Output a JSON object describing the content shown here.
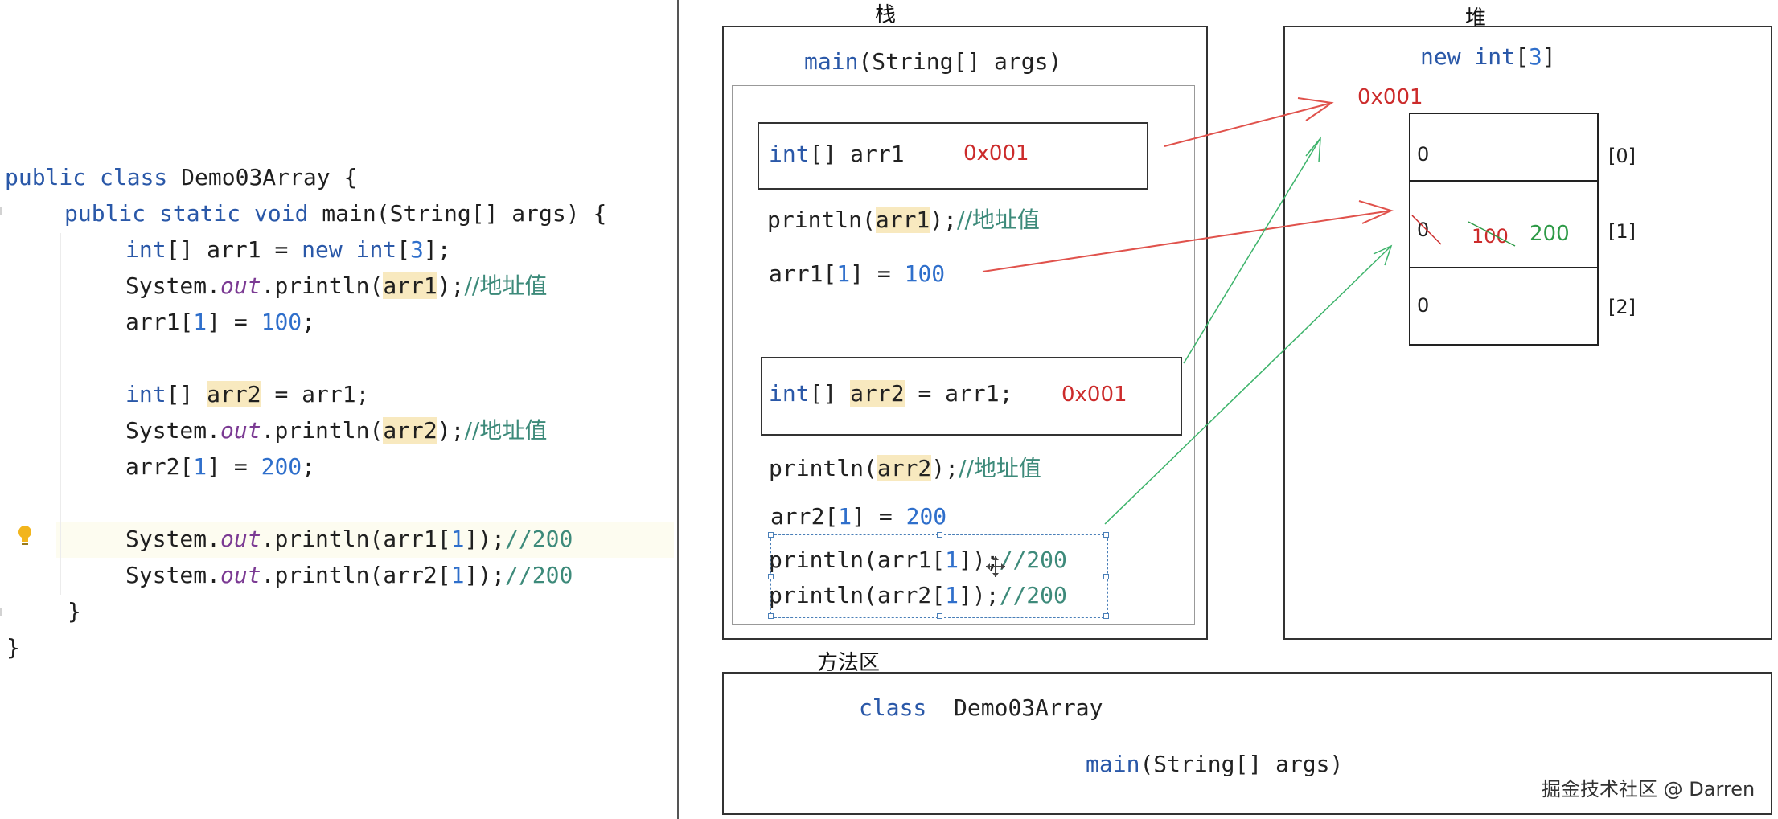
{
  "code": {
    "class_kw": "public class",
    "class_name": " Demo03Array {",
    "main_kw": "public static void",
    "main_sig": " main(String[] args) {",
    "l1_type": "int",
    "l1_a": "[] arr1 = ",
    "l1_new": "new",
    "l1_sp": " ",
    "l1_int": "int",
    "l1_b": "[",
    "l1_num": "3",
    "l1_c": "];",
    "system": "System.",
    "out": "out",
    "println_open": ".println(",
    "arr1": "arr1",
    "arr2": "arr2",
    "close_semi": ");",
    "comment_addr": "//地址值",
    "l3_a": "arr1[",
    "l3_idx": "1",
    "l3_b": "] = ",
    "l3_val": "100",
    "semi": ";",
    "l5_type": "int",
    "l5_a": "[] ",
    "l5_b": " = arr1;",
    "l7_a": "arr2[",
    "l7_idx": "1",
    "l7_b": "] = ",
    "l7_val": "200",
    "l9_a": ".println(arr1[",
    "l9_idx": "1",
    "l9_b": "]);",
    "l10_a": ".println(arr2[",
    "l10_idx": "1",
    "l10_b": "]);",
    "comment_200": "//200",
    "close_method": "}",
    "close_class": "}"
  },
  "diagram": {
    "stack_label": "栈",
    "heap_label": "堆",
    "method_area_label": "方法区",
    "stack_main": "main",
    "stack_main_args": "(String[] args)",
    "arr1_type": "int",
    "arr1_rest": "[] arr1",
    "arr1_addr": "0x001",
    "println": "println(",
    "arr1": "arr1",
    "arr2": "arr2",
    "close_semi": ");",
    "comment_addr": "//地址值",
    "assign1_a": "arr1[",
    "assign1_idx": "1",
    "assign1_b": "] = ",
    "assign1_val": "100",
    "arr2_type": "int",
    "arr2_mid": "[] ",
    "arr2_rest": " = arr1;",
    "arr2_addr": "0x001",
    "assign2_a": "arr2[",
    "assign2_idx": "1",
    "assign2_b": "] = ",
    "assign2_val": "200",
    "p1_a": "println(arr1[",
    "p1_idx": "1",
    "p1_b": "]);",
    "p2_a": "println(arr2[",
    "p2_idx": "1",
    "p2_b": "]);",
    "comment_200": "//200",
    "heap_new": "new",
    "heap_int": "int",
    "heap_bracket_open": "[",
    "heap_size": "3",
    "heap_bracket_close": "]",
    "heap_addr": "0x001",
    "cell0_value": "0",
    "cell1_value": "0",
    "cell1_struck": "100",
    "cell1_new": "200",
    "cell2_value": "0",
    "index0": "[0]",
    "index1": "[1]",
    "index2": "[2]",
    "method_class_kw": "class",
    "method_class_name": "Demo03Array",
    "method_main": "main",
    "method_main_args": "(String[] args)"
  },
  "watermark": "掘金技术社区 @ Darren",
  "colors": {
    "keyword": "#2a58a8",
    "number": "#2f6fcb",
    "comment": "#3d8a7a",
    "highlight": "#f8e9bf",
    "address_red": "#cc2b2b",
    "arrow_red": "#e0524c",
    "arrow_green": "#3cb36a",
    "value_green": "#2e9a47"
  },
  "icons": [
    "lightbulb-icon",
    "move-cursor-icon"
  ]
}
